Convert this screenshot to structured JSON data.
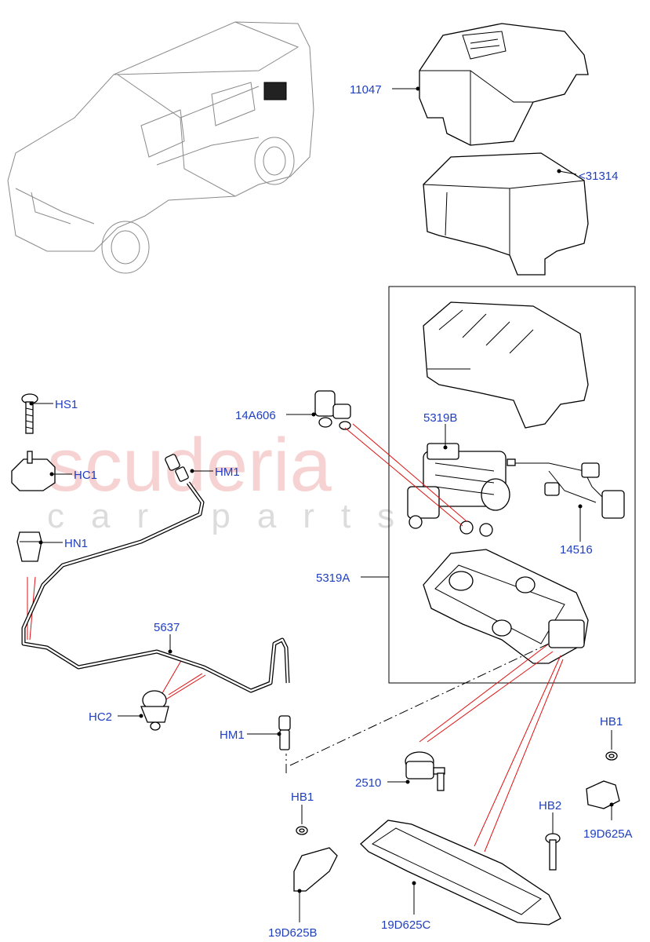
{
  "watermark": {
    "main": "scuderia",
    "sub": "car parts"
  },
  "callouts": [
    {
      "id": "11047",
      "text": "11047"
    },
    {
      "id": "31314",
      "text": "<31314"
    },
    {
      "id": "HS1",
      "text": "HS1"
    },
    {
      "id": "14A606",
      "text": "14A606"
    },
    {
      "id": "5319B",
      "text": "5319B"
    },
    {
      "id": "HC1",
      "text": "HC1"
    },
    {
      "id": "HM1_top",
      "text": "HM1"
    },
    {
      "id": "HN1",
      "text": "HN1"
    },
    {
      "id": "14516",
      "text": "14516"
    },
    {
      "id": "5319A",
      "text": "5319A"
    },
    {
      "id": "5637",
      "text": "5637"
    },
    {
      "id": "HC2",
      "text": "HC2"
    },
    {
      "id": "HB1_right",
      "text": "HB1"
    },
    {
      "id": "HM1_bottom",
      "text": "HM1"
    },
    {
      "id": "2510",
      "text": "2510"
    },
    {
      "id": "HB1_left",
      "text": "HB1"
    },
    {
      "id": "HB2",
      "text": "HB2"
    },
    {
      "id": "19D625A",
      "text": "19D625A"
    },
    {
      "id": "19D625B",
      "text": "19D625B"
    },
    {
      "id": "19D625C",
      "text": "19D625C"
    }
  ],
  "colors": {
    "label": "#1f3fbf",
    "leader_highlight": "#e01010",
    "watermark": "#f4c4c4"
  }
}
